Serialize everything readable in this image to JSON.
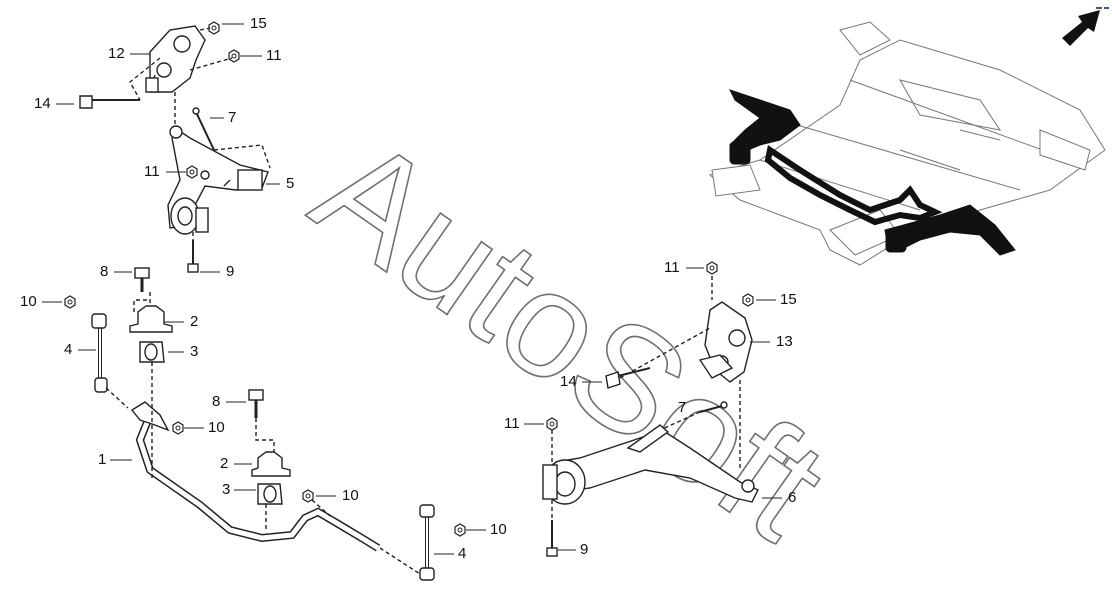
{
  "watermark": "AutoSoft",
  "callouts": [
    {
      "id": "c15a",
      "label": "15"
    },
    {
      "id": "c12",
      "label": "12"
    },
    {
      "id": "c11a",
      "label": "11"
    },
    {
      "id": "c14a",
      "label": "14"
    },
    {
      "id": "c7a",
      "label": "7"
    },
    {
      "id": "c11b",
      "label": "11"
    },
    {
      "id": "c5",
      "label": "5"
    },
    {
      "id": "c9a",
      "label": "9"
    },
    {
      "id": "c8a",
      "label": "8"
    },
    {
      "id": "c10a",
      "label": "10"
    },
    {
      "id": "c2a",
      "label": "2"
    },
    {
      "id": "c4a",
      "label": "4"
    },
    {
      "id": "c3a",
      "label": "3"
    },
    {
      "id": "c8b",
      "label": "8"
    },
    {
      "id": "c10b",
      "label": "10"
    },
    {
      "id": "c1",
      "label": "1"
    },
    {
      "id": "c2b",
      "label": "2"
    },
    {
      "id": "c3b",
      "label": "3"
    },
    {
      "id": "c10c",
      "label": "10"
    },
    {
      "id": "c10d",
      "label": "10"
    },
    {
      "id": "c4b",
      "label": "4"
    },
    {
      "id": "c11c",
      "label": "11"
    },
    {
      "id": "c15b",
      "label": "15"
    },
    {
      "id": "c13",
      "label": "13"
    },
    {
      "id": "c14b",
      "label": "14"
    },
    {
      "id": "c7b",
      "label": "7"
    },
    {
      "id": "c11d",
      "label": "11"
    },
    {
      "id": "c6",
      "label": "6"
    },
    {
      "id": "c9b",
      "label": "9"
    }
  ],
  "colors": {
    "line": "#222222",
    "watermark": "#6f6f6f",
    "arrow": "#111111",
    "accent": "#2a5db0"
  },
  "icons": {
    "direction": "forward-arrow-icon"
  }
}
